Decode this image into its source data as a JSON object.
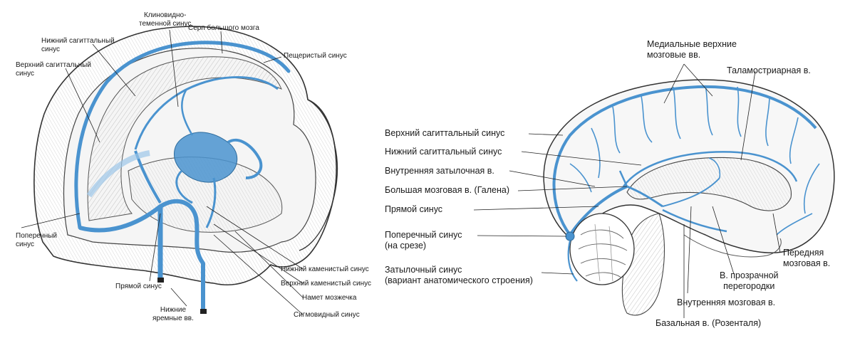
{
  "left_panel": {
    "labels": {
      "clinoid_parietal": "Клиновидно-\nтеменной синус",
      "falx_cerebri": "Серп большого мозга",
      "inferior_sagittal": "Нижний сагиттальный\nсинус",
      "cavernous": "Пещеристый синус",
      "superior_sagittal": "Верхний сагиттальный\nсинус",
      "transverse": "Поперечный\nсинус",
      "inferior_petrosal": "Нижний каменистый синус",
      "straight": "Прямой синус",
      "superior_petrosal": "Верхний каменистый синус",
      "tentorium": "Намет мозжечка",
      "jugular_veins": "Нижние\nяремные вв.",
      "sigmoid": "Сигмовидный синус"
    }
  },
  "right_panel": {
    "labels": {
      "medial_superior_veins": "Медиальные верхние\nмозговые вв.",
      "thalamostriate": "Таламостриарная в.",
      "superior_sagittal": "Верхний сагиттальный синус",
      "inferior_sagittal": "Нижний сагиттальный синус",
      "internal_occipital": "Внутренняя затылочная в.",
      "great_cerebral": "Большая мозговая в. (Галена)",
      "straight": "Прямой синус",
      "transverse_cut": "Поперечный синус\n(на срезе)",
      "occipital_variant": "Затылочный синус\n(вариант анатомического строения)",
      "anterior_cerebral": "Передняя\nмозговая в.",
      "septum_pellucidum": "В. прозрачной\nперегородки",
      "internal_cerebral": "Внутренняя мозговая в.",
      "basal_rosenthal": "Базальная в. (Розенталя)"
    }
  },
  "colors": {
    "vessel": "#4a93cf",
    "line": "#222222"
  }
}
